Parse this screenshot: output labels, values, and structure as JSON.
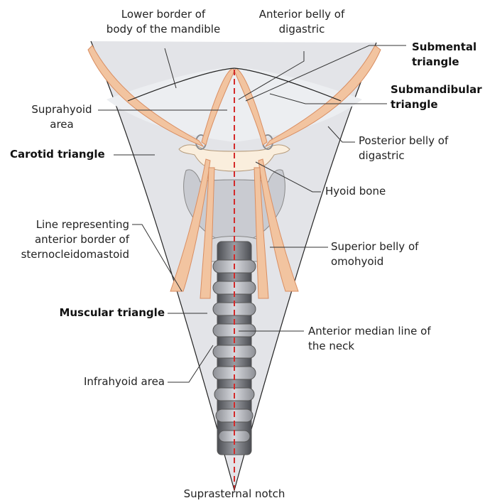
{
  "labels": {
    "lower_border_mandible": "Lower border of\nbody of the mandible",
    "anterior_belly_digastric": "Anterior belly of\ndigastric",
    "submental_triangle": "Submental\ntriangle",
    "submandibular_triangle": "Submandibular\ntriangle",
    "suprahyoid_area": "Suprahyoid\narea",
    "posterior_belly_digastric": "Posterior belly of\ndigastric",
    "carotid_triangle": "Carotid triangle",
    "hyoid_bone": "Hyoid bone",
    "line_scm": "Line representing\nanterior border of\nsternocleidomastoid",
    "superior_belly_omohyoid": "Superior belly of\nomohyoid",
    "muscular_triangle": "Muscular triangle",
    "anterior_median_line": "Anterior median line of\nthe neck",
    "infrahyoid_area": "Infrahyoid area",
    "suprasternal_notch": "Suprasternal notch"
  },
  "colors": {
    "muscle": "#f2c4a0",
    "muscle_stripe": "#d98e62",
    "neck_fill": "#e3e4e8",
    "cartilage": "#c9cbd1",
    "hyoid": "#faeedd",
    "midline": "#d42a2a",
    "leader": "#333333"
  }
}
